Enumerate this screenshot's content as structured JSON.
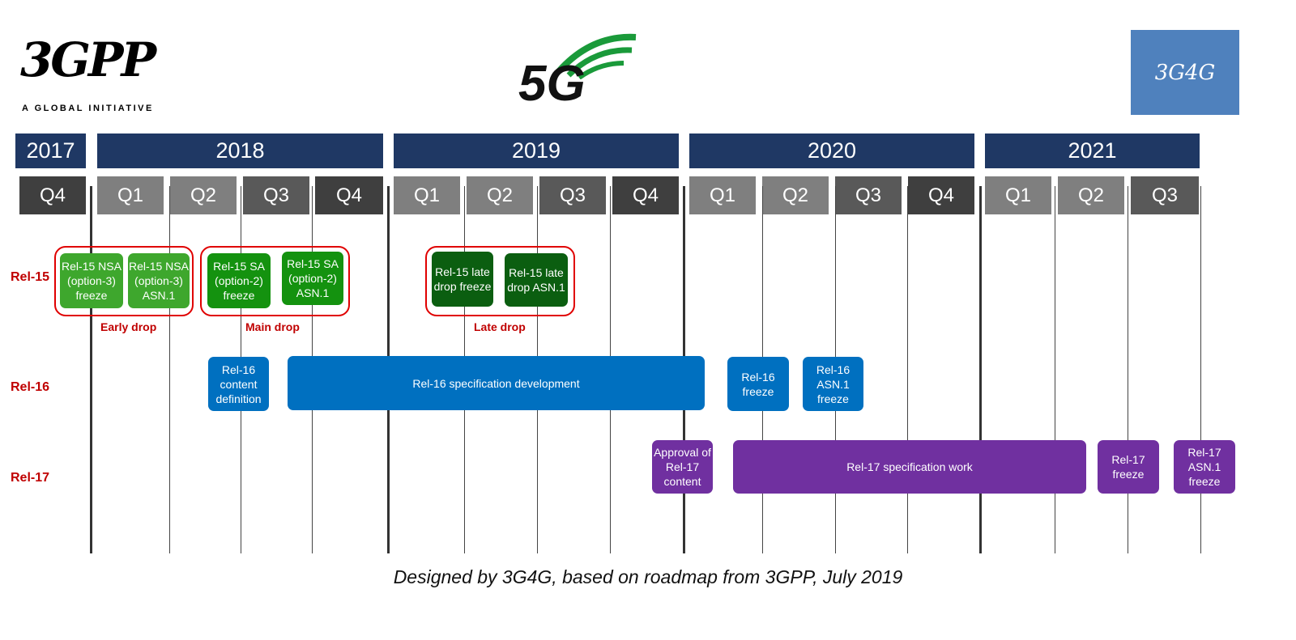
{
  "logos": {
    "left": "3GPP",
    "left_tagline": "A GLOBAL INITIATIVE",
    "center": "5G",
    "right": "3G4G"
  },
  "years": [
    "2017",
    "2018",
    "2019",
    "2020",
    "2021"
  ],
  "quarters": [
    "Q4",
    "Q1",
    "Q2",
    "Q3",
    "Q4",
    "Q1",
    "Q2",
    "Q3",
    "Q4",
    "Q1",
    "Q2",
    "Q3",
    "Q4",
    "Q1",
    "Q2",
    "Q3"
  ],
  "rows": {
    "rel15": "Rel-15",
    "rel16": "Rel-16",
    "rel17": "Rel-17"
  },
  "rel15": {
    "early": {
      "label": "Early drop",
      "items": [
        "Rel-15 NSA (option-3) freeze",
        "Rel-15 NSA (option-3) ASN.1"
      ]
    },
    "main": {
      "label": "Main drop",
      "items": [
        "Rel-15 SA (option-2) freeze",
        "Rel-15 SA (option-2) ASN.1"
      ]
    },
    "late": {
      "label": "Late drop",
      "items": [
        "Rel-15 late drop freeze",
        "Rel-15 late drop ASN.1"
      ]
    }
  },
  "rel16": [
    "Rel-16 content definition",
    "Rel-16 specification development",
    "Rel-16 freeze",
    "Rel-16 ASN.1 freeze"
  ],
  "rel17": [
    "Approval of Rel-17 content",
    "Rel-17 specification work",
    "Rel-17 freeze",
    "Rel-17 ASN.1 freeze"
  ],
  "caption": "Designed by 3G4G, based on roadmap from 3GPP, July 2019",
  "colors": {
    "year": "#1f3864",
    "rel15_label": "#c00000",
    "rel16": "#0070c0",
    "rel17": "#7030a0",
    "logo_3g4g": "#4f81bd"
  }
}
